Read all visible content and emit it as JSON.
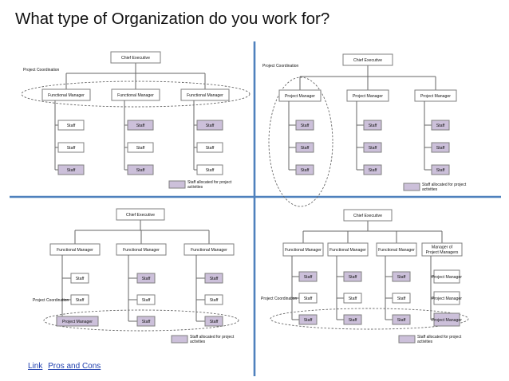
{
  "title": "What type of Organization do you work for?",
  "links": [
    {
      "label": "Link"
    },
    {
      "label": "Pros and Cons"
    }
  ],
  "labels": {
    "chief_executive": "Chief Executive",
    "functional_manager": "Functional Manager",
    "project_manager": "Project Manager",
    "manager_of_project_managers": "Manager of Project Managers",
    "staff": "Staff",
    "project_coordination": "Project Coordination",
    "legend": "Staff allocated for project activities"
  },
  "colors": {
    "staff_allocated": "#ccc0da",
    "box_border": "#7f7f7f",
    "divider": "#4f81bd"
  },
  "quadrants": [
    {
      "type": "functional",
      "managers": [
        "functional_manager",
        "functional_manager",
        "functional_manager"
      ],
      "columns": [
        [
          {
            "label": "staff",
            "allocated": false
          },
          {
            "label": "staff",
            "allocated": false
          },
          {
            "label": "staff",
            "allocated": true
          }
        ],
        [
          {
            "label": "staff",
            "allocated": true
          },
          {
            "label": "staff",
            "allocated": false
          },
          {
            "label": "staff",
            "allocated": true
          }
        ],
        [
          {
            "label": "staff",
            "allocated": true
          },
          {
            "label": "staff",
            "allocated": false
          },
          {
            "label": "staff",
            "allocated": false
          }
        ]
      ]
    },
    {
      "type": "projectized",
      "managers": [
        "project_manager",
        "project_manager",
        "project_manager"
      ],
      "columns": [
        [
          {
            "label": "staff",
            "allocated": true
          },
          {
            "label": "staff",
            "allocated": true
          },
          {
            "label": "staff",
            "allocated": true
          }
        ],
        [
          {
            "label": "staff",
            "allocated": true
          },
          {
            "label": "staff",
            "allocated": true
          },
          {
            "label": "staff",
            "allocated": true
          }
        ],
        [
          {
            "label": "staff",
            "allocated": true
          },
          {
            "label": "staff",
            "allocated": true
          },
          {
            "label": "staff",
            "allocated": true
          }
        ]
      ]
    },
    {
      "type": "weak-matrix",
      "managers": [
        "functional_manager",
        "functional_manager",
        "functional_manager"
      ],
      "columns": [
        [
          {
            "label": "staff",
            "allocated": false
          },
          {
            "label": "staff",
            "allocated": false
          },
          {
            "label": "project_manager",
            "allocated": true
          }
        ],
        [
          {
            "label": "staff",
            "allocated": true
          },
          {
            "label": "staff",
            "allocated": false
          },
          {
            "label": "staff",
            "allocated": true
          }
        ],
        [
          {
            "label": "staff",
            "allocated": true
          },
          {
            "label": "staff",
            "allocated": false
          },
          {
            "label": "staff",
            "allocated": true
          }
        ]
      ]
    },
    {
      "type": "strong-matrix",
      "managers": [
        "functional_manager",
        "functional_manager",
        "functional_manager",
        "manager_of_project_managers"
      ],
      "columns": [
        [
          {
            "label": "staff",
            "allocated": true
          },
          {
            "label": "staff",
            "allocated": false
          },
          {
            "label": "staff",
            "allocated": true
          }
        ],
        [
          {
            "label": "staff",
            "allocated": true
          },
          {
            "label": "staff",
            "allocated": false
          },
          {
            "label": "staff",
            "allocated": true
          }
        ],
        [
          {
            "label": "staff",
            "allocated": true
          },
          {
            "label": "staff",
            "allocated": false
          },
          {
            "label": "staff",
            "allocated": true
          }
        ],
        [
          {
            "label": "project_manager",
            "allocated": false
          },
          {
            "label": "project_manager",
            "allocated": false
          },
          {
            "label": "project_manager",
            "allocated": true
          }
        ]
      ]
    }
  ]
}
